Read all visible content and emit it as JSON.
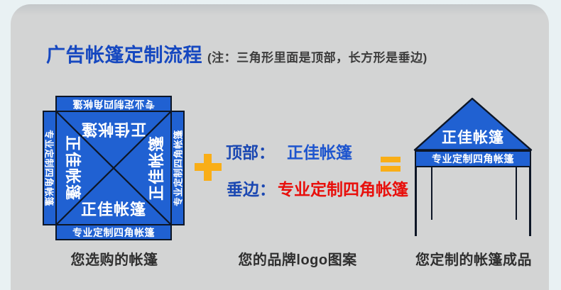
{
  "header": {
    "title": "广告帐篷定制流程",
    "note": "(注：三角形里面是顶部，长方形是垂边)"
  },
  "flat_tent": {
    "triangle_text": "正佳帐篷",
    "valance_text": "专业定制四角帐篷",
    "caption": "您选购的帐篷"
  },
  "logo_spec": {
    "top_label": "顶部：",
    "top_value": "正佳帐篷",
    "edge_label": "垂边：",
    "edge_value": "专业定制四角帐篷",
    "caption": "您的品牌logo图案"
  },
  "finished_tent": {
    "roof_text": "正佳帐篷",
    "valance_text": "专业定制四角帐篷",
    "caption": "您定制的帐篷成品"
  },
  "icons": {
    "plus": "plus-icon",
    "equals": "equals-icon"
  },
  "colors": {
    "canopy_blue": "#2061d2",
    "outline_dark": "#0d1626",
    "accent_orange": "#f9ae17",
    "title_blue": "#1648c0",
    "label_blue": "#1a47b2",
    "value_blue": "#1e55ce",
    "highlight_red": "#e8100c",
    "card_gray": "#d3d4d4",
    "page_background": "#e9f1f3",
    "caption_dark": "#2f2f2f"
  }
}
